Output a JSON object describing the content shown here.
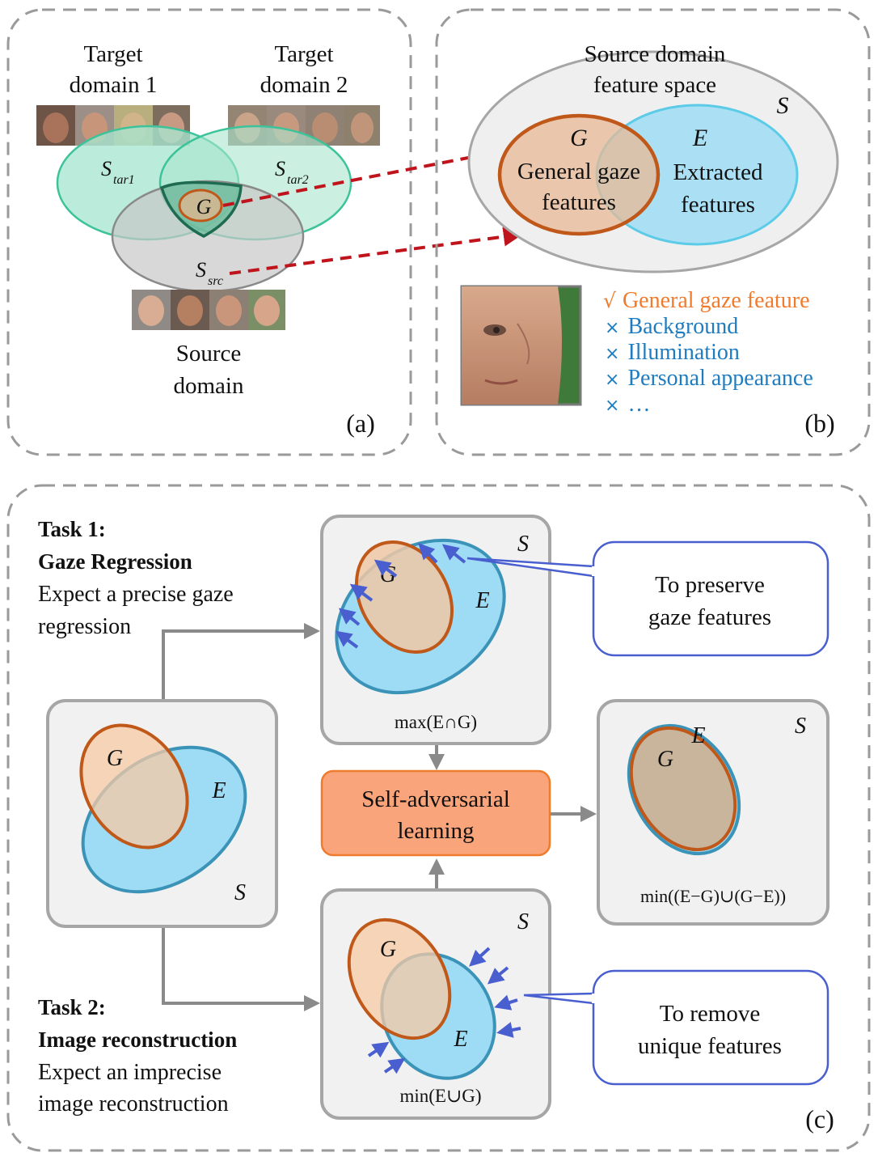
{
  "panel_a": {
    "target1_line1": "Target",
    "target1_line2": "domain 1",
    "target2_line1": "Target",
    "target2_line2": "domain 2",
    "s_main": "S",
    "tar1_sub": "tar1",
    "tar2_sub": "tar2",
    "src_sub": "src",
    "g_label": "G",
    "source_line1": "Source",
    "source_line2": "domain",
    "tag": "(a)"
  },
  "panel_b": {
    "space_line1": "Source domain",
    "space_line2": "feature space",
    "s_label": "S",
    "g_label": "G",
    "g_text1": "General gaze",
    "g_text2": "features",
    "e_label": "E",
    "e_text1": "Extracted",
    "e_text2": "features",
    "list": [
      {
        "mark": "√",
        "text": "General gaze feature",
        "color": "#f07b2d"
      },
      {
        "mark": "×",
        "text": "Background",
        "color": "#1f7cc0"
      },
      {
        "mark": "×",
        "text": "Illumination",
        "color": "#1f7cc0"
      },
      {
        "mark": "×",
        "text": "Personal appearance",
        "color": "#1f7cc0"
      },
      {
        "mark": "×",
        "text": "…",
        "color": "#1f7cc0"
      }
    ],
    "tag": "(b)"
  },
  "panel_c": {
    "task1_title": "Task 1:",
    "task1_name": "Gaze Regression",
    "task1_desc1": "Expect a precise gaze",
    "task1_desc2": "regression",
    "task2_title": "Task 2:",
    "task2_name": "Image reconstruction",
    "task2_desc1": "Expect an imprecise",
    "task2_desc2": "image reconstruction",
    "s_label": "S",
    "g_label": "G",
    "e_label": "E",
    "max_formula": "max(E∩G)",
    "min_formula": "min(E∪G)",
    "final_formula": "min((E−G)∪(G−E))",
    "sal_line1": "Self-adversarial",
    "sal_line2": "learning",
    "callout1_line1": "To preserve",
    "callout1_line2": "gaze features",
    "callout2_line1": "To remove",
    "callout2_line2": "unique features",
    "tag": "(c)"
  },
  "colors": {
    "orange": "#c0581a",
    "orange_fill": "#f7c9a4",
    "blue": "#3b93b8",
    "blue_fill": "#9ddcf4",
    "green_fill": "#a8e6cf",
    "green_stroke": "#3cc39a",
    "gray_box": "#f1f1f1",
    "gray_border": "#a6a6a6",
    "arrow_red": "#c0141c",
    "arrow_blue": "#4a5fcf",
    "sal_fill": "#f9a47a"
  }
}
